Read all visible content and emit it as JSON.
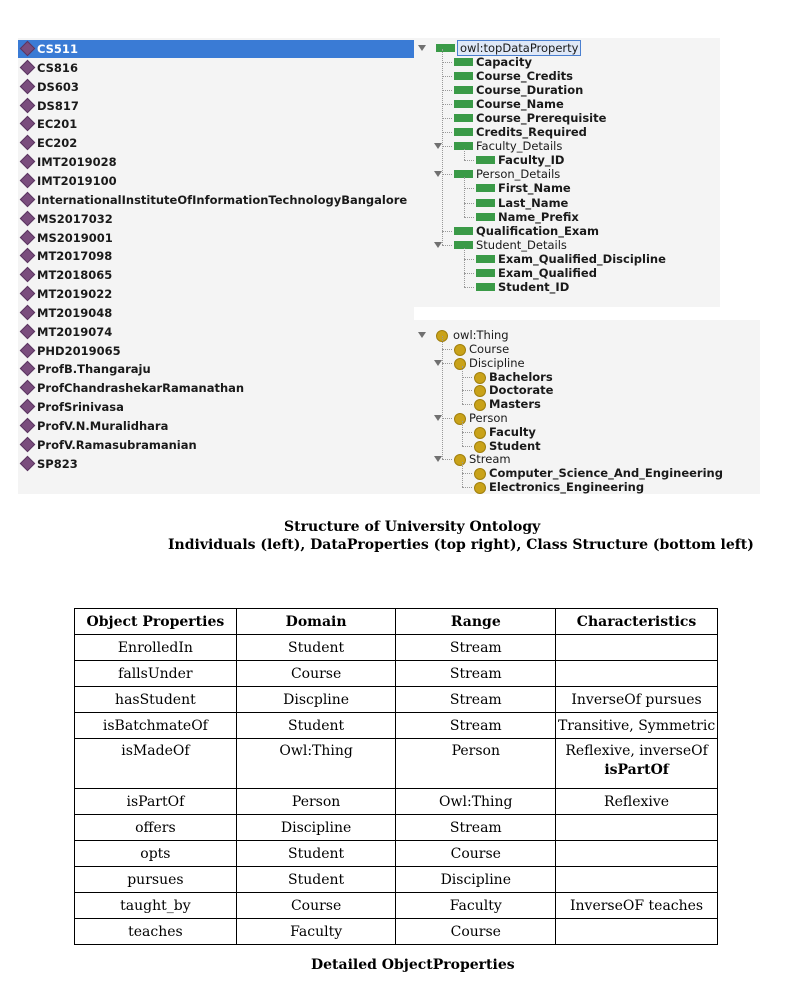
{
  "individuals": [
    "CS511",
    "CS816",
    "DS603",
    "DS817",
    "EC201",
    "EC202",
    "IMT2019028",
    "IMT2019100",
    "InternationalInstituteOfInformationTechnologyBangalore",
    "MS2017032",
    "MS2019001",
    "MT2017098",
    "MT2018065",
    "MT2019022",
    "MT2019048",
    "MT2019074",
    "PHD2019065",
    "ProfB.Thangaraju",
    "ProfChandrashekarRamanathan",
    "ProfSrinivasa",
    "ProfV.N.Muralidhara",
    "ProfV.Ramasubramanian",
    "SP823"
  ],
  "selected_individual": "CS511",
  "data_properties": {
    "root": "owl:topDataProperty",
    "items": [
      {
        "label": "Capacity",
        "level": 1
      },
      {
        "label": "Course_Credits",
        "level": 1
      },
      {
        "label": "Course_Duration",
        "level": 1
      },
      {
        "label": "Course_Name",
        "level": 1
      },
      {
        "label": "Course_Prerequisite",
        "level": 1
      },
      {
        "label": "Credits_Required",
        "level": 1
      },
      {
        "label": "Faculty_Details",
        "level": 1,
        "group": true
      },
      {
        "label": "Faculty_ID",
        "level": 2
      },
      {
        "label": "Person_Details",
        "level": 1,
        "group": true
      },
      {
        "label": "First_Name",
        "level": 2
      },
      {
        "label": "Last_Name",
        "level": 2
      },
      {
        "label": "Name_Prefix",
        "level": 2
      },
      {
        "label": "Qualification_Exam",
        "level": 1
      },
      {
        "label": "Student_Details",
        "level": 1,
        "group": true
      },
      {
        "label": "Exam_Qualified_Discipline",
        "level": 2
      },
      {
        "label": "Exam_Qualified",
        "level": 2
      },
      {
        "label": "Student_ID",
        "level": 2
      }
    ]
  },
  "classes": {
    "root": "owl:Thing",
    "items": [
      {
        "label": "Course",
        "level": 1
      },
      {
        "label": "Discipline",
        "level": 1,
        "group": true
      },
      {
        "label": "Bachelors",
        "level": 2
      },
      {
        "label": "Doctorate",
        "level": 2
      },
      {
        "label": "Masters",
        "level": 2
      },
      {
        "label": "Person",
        "level": 1,
        "group": true
      },
      {
        "label": "Faculty",
        "level": 2
      },
      {
        "label": "Student",
        "level": 2
      },
      {
        "label": "Stream",
        "level": 1,
        "group": true
      },
      {
        "label": "Computer_Science_And_Engineering",
        "level": 2
      },
      {
        "label": "Electronics_Engineering",
        "level": 2
      }
    ]
  },
  "caption1": {
    "line1": "Structure of University Ontology",
    "line2": "Individuals (left), DataProperties (top right), Class Structure (bottom left)"
  },
  "table": {
    "headers": [
      "Object Properties",
      "Domain",
      "Range",
      "Characteristics"
    ],
    "rows": [
      [
        "EnrolledIn",
        "Student",
        "Stream",
        ""
      ],
      [
        "fallsUnder",
        "Course",
        "Stream",
        ""
      ],
      [
        "hasStudent",
        "Discpline",
        "Stream",
        "InverseOf pursues"
      ],
      [
        "isBatchmateOf",
        "Student",
        "Stream",
        "Transitive, Symmetric"
      ],
      [
        "isMadeOf",
        "Owl:Thing",
        "Person",
        "Reflexive, inverseOf"
      ],
      [
        "isPartOf",
        "Person",
        "Owl:Thing",
        "Reflexive"
      ],
      [
        "offers",
        "Discipline",
        "Stream",
        ""
      ],
      [
        "opts",
        "Student",
        "Course",
        ""
      ],
      [
        "pursues",
        "Student",
        "Discipline",
        ""
      ],
      [
        "taught_by",
        "Course",
        "Faculty",
        "InverseOF teaches"
      ],
      [
        "teaches",
        "Faculty",
        "Course",
        ""
      ]
    ],
    "ismadeof_extra_bold": "isPartOf"
  },
  "caption2": "Detailed ObjectProperties"
}
